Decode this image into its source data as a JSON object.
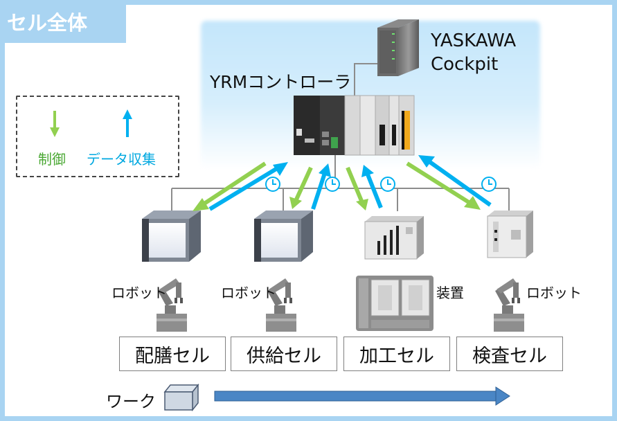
{
  "title": "セル全体",
  "cockpit": {
    "name_line1": "YASKAWA",
    "name_line2": "Cockpit"
  },
  "controller": {
    "label": "YRMコントローラ"
  },
  "legend": {
    "control": "制御",
    "data_collection": "データ収集",
    "control_color": "#92d050",
    "collection_color": "#00b0f0"
  },
  "devices": [
    {
      "type_label": "ロボット",
      "cell": "配膳セル"
    },
    {
      "type_label": "ロボット",
      "cell": "供給セル"
    },
    {
      "type_label": "装置",
      "cell": "加工セル"
    },
    {
      "type_label": "ロボット",
      "cell": "検査セル"
    }
  ],
  "workpiece": {
    "label": "ワーク",
    "arrow_color": "#4a86c5"
  }
}
